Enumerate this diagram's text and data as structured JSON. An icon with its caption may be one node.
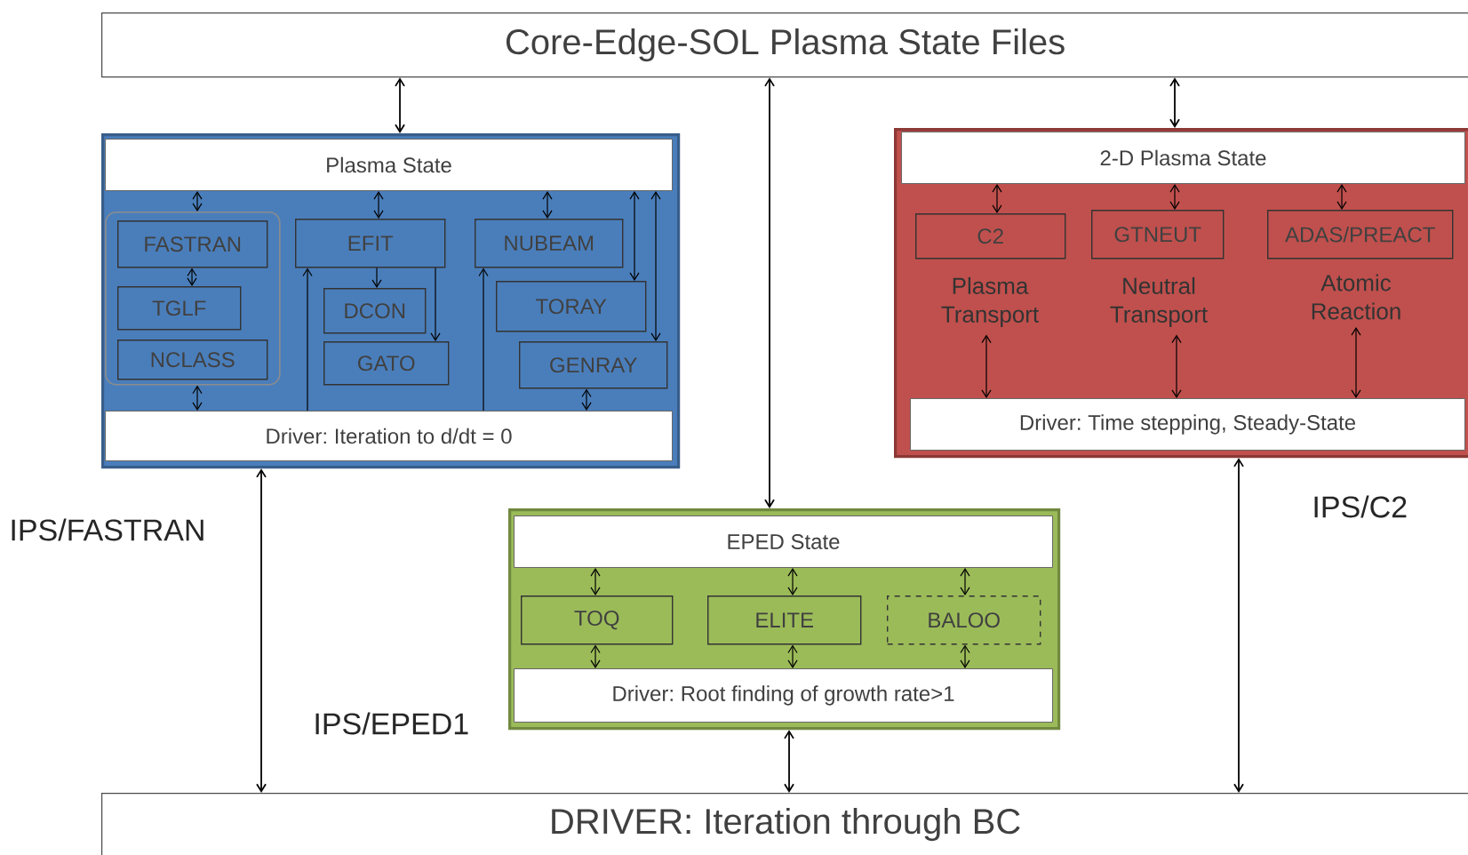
{
  "diagram": {
    "nodes": [
      {
        "text": [
          "Core-Edge-SOL Plasma State Files"
        ]
      },
      {
        "text": [],
        "shape": "box",
        "beside": [
          "IPS/FASTRAN"
        ]
      },
      {
        "text": [
          "Plasma State"
        ],
        "in": 1
      },
      {
        "text": [],
        "shape": "box",
        "in": 1
      },
      {
        "text": [
          "FASTRAN"
        ],
        "in": 3
      },
      {
        "text": [
          "TGLF"
        ],
        "in": 3
      },
      {
        "text": [
          "NCLASS"
        ],
        "in": 3
      },
      {
        "text": [
          "EFIT"
        ],
        "in": 1
      },
      {
        "text": [
          "DCON"
        ],
        "in": 1
      },
      {
        "text": [
          "GATO"
        ],
        "in": 1
      },
      {
        "text": [
          "NUBEAM"
        ],
        "in": 1
      },
      {
        "text": [
          "TORAY"
        ],
        "in": 1
      },
      {
        "text": [
          "GENRAY"
        ],
        "in": 1
      },
      {
        "text": [
          "Driver: Iteration to d/dt = 0"
        ],
        "in": 1
      },
      {
        "text": [],
        "shape": "box",
        "beside": [
          "IPS/C2"
        ]
      },
      {
        "text": [
          "2-D Plasma State"
        ],
        "in": 14
      },
      {
        "text": [
          "C2"
        ],
        "in": 14,
        "beside": [
          "Plasma Transport"
        ]
      },
      {
        "text": [
          "GTNEUT"
        ],
        "in": 14,
        "beside": [
          "Neutral Transport"
        ]
      },
      {
        "text": [
          "ADAS/PREACT"
        ],
        "in": 14,
        "beside": [
          "Atomic Reaction"
        ]
      },
      {
        "text": [
          "Driver: Time stepping, Steady-State"
        ],
        "in": 14
      },
      {
        "text": [],
        "shape": "box",
        "beside": [
          "IPS/EPED1"
        ]
      },
      {
        "text": [
          "EPED State"
        ],
        "in": 20
      },
      {
        "text": [
          "TOQ"
        ],
        "in": 20
      },
      {
        "text": [
          "ELITE"
        ],
        "in": 20
      },
      {
        "text": [
          "BALOO"
        ],
        "in": 20
      },
      {
        "text": [
          "Driver: Root finding of growth rate>1"
        ],
        "in": 20
      },
      {
        "text": [
          "DRIVER: Iteration through BC"
        ]
      }
    ],
    "edges": [
      {
        "from": 0,
        "to": 1,
        "arrow": "both"
      },
      {
        "from": 0,
        "to": 14,
        "arrow": "both"
      },
      {
        "from": 20,
        "to": 0,
        "arrow": "both"
      },
      {
        "from": 1,
        "to": 26,
        "arrow": "both"
      },
      {
        "from": 20,
        "to": 26,
        "arrow": "both"
      },
      {
        "from": 14,
        "to": 26,
        "arrow": "both"
      },
      {
        "from": 2,
        "to": 3,
        "arrow": "both"
      },
      {
        "from": 2,
        "to": 7,
        "arrow": "both"
      },
      {
        "from": 2,
        "to": 10,
        "arrow": "both"
      },
      {
        "from": 2,
        "to": 11,
        "arrow": "both"
      },
      {
        "from": 2,
        "to": 12,
        "arrow": "both"
      },
      {
        "from": 4,
        "to": 5,
        "arrow": "both"
      },
      {
        "from": 7,
        "to": 8,
        "arrow": "to"
      },
      {
        "from": 7,
        "to": 9,
        "arrow": "to"
      },
      {
        "from": 3,
        "to": 13,
        "arrow": "both"
      },
      {
        "from": 13,
        "to": 7,
        "arrow": "to"
      },
      {
        "from": 13,
        "to": 10,
        "arrow": "to"
      },
      {
        "from": 12,
        "to": 13,
        "arrow": "both"
      },
      {
        "from": 15,
        "to": 16,
        "arrow": "both"
      },
      {
        "from": 15,
        "to": 17,
        "arrow": "both"
      },
      {
        "from": 15,
        "to": 18,
        "arrow": "both"
      },
      {
        "from": 16,
        "to": 19,
        "arrow": "both"
      },
      {
        "from": 17,
        "to": 19,
        "arrow": "both"
      },
      {
        "from": 18,
        "to": 19,
        "arrow": "both"
      },
      {
        "from": 21,
        "to": 22,
        "arrow": "both"
      },
      {
        "from": 21,
        "to": 23,
        "arrow": "both"
      },
      {
        "from": 21,
        "to": 24,
        "arrow": "both"
      },
      {
        "from": 22,
        "to": 25,
        "arrow": "both"
      },
      {
        "from": 23,
        "to": 25,
        "arrow": "both"
      },
      {
        "from": 24,
        "to": 25,
        "arrow": "both"
      }
    ]
  }
}
